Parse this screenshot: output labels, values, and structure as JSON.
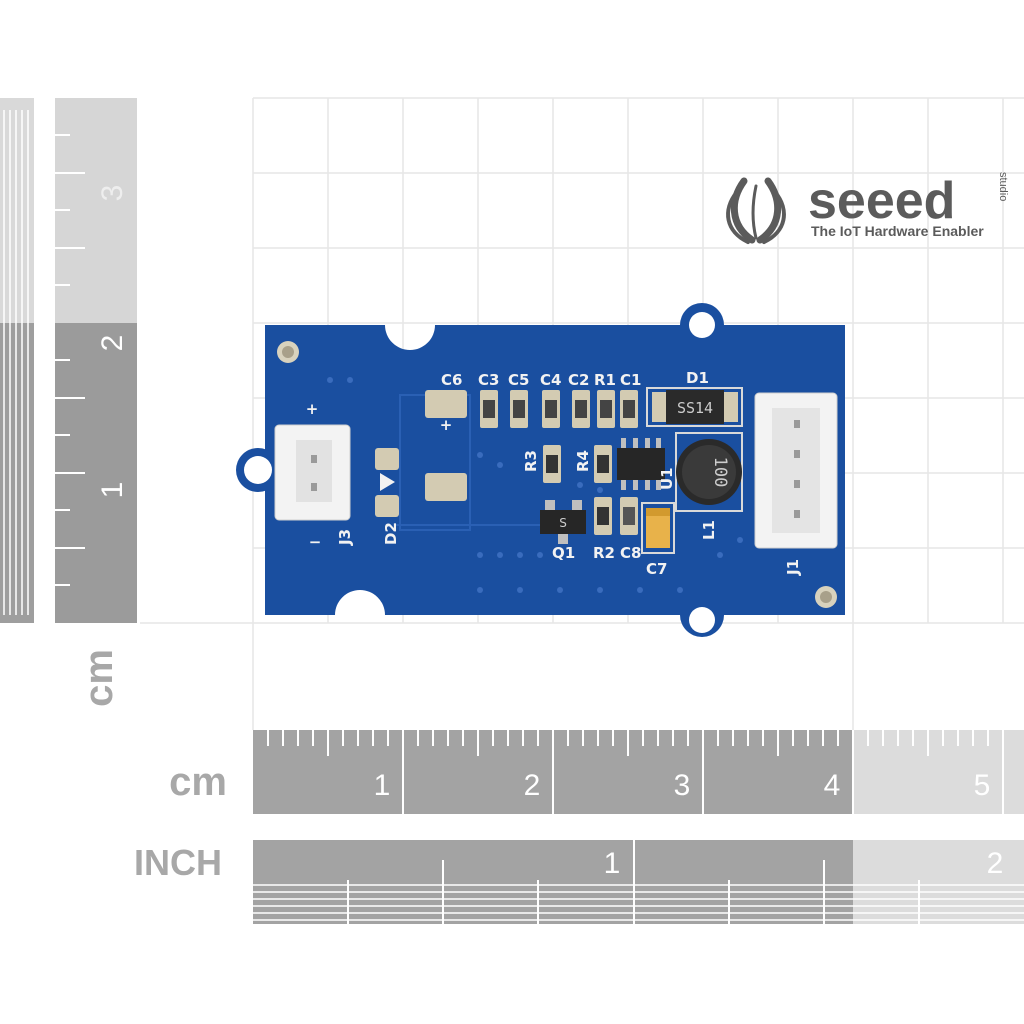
{
  "brand": {
    "name": "seeed",
    "sub": "studio",
    "tagline": "The IoT Hardware Enabler"
  },
  "board": {
    "labels": {
      "plus_terminal": "+",
      "minus_terminal": "−",
      "cap_plus": "+",
      "c6": "C6",
      "c3": "C3",
      "c5": "C5",
      "c4": "C4",
      "c2": "C2",
      "r1": "R1",
      "c1": "C1",
      "d1": "D1",
      "r3": "R3",
      "r4": "R4",
      "u1": "U1",
      "j3": "J3",
      "d2": "D2",
      "q1": "Q1",
      "r2": "R2",
      "c8": "C8",
      "c7": "C7",
      "l1": "L1",
      "j1": "J1",
      "diode_marking": "SS14",
      "inductor_marking": "100",
      "transistor_marking": "S"
    },
    "colors": {
      "pcb": "#1a4fa0",
      "pcb_edge": "#143f86",
      "connector": "#f3f3f3",
      "solder": "#cfc6a8"
    }
  },
  "rulers": {
    "cm_label": "cm",
    "inch_label": "INCH",
    "left_cm_label": "cm",
    "cm_numbers": [
      "1",
      "2",
      "3",
      "4",
      "5"
    ],
    "inch_numbers": [
      "1",
      "2"
    ],
    "left_numbers": [
      "1",
      "2",
      "3"
    ]
  }
}
